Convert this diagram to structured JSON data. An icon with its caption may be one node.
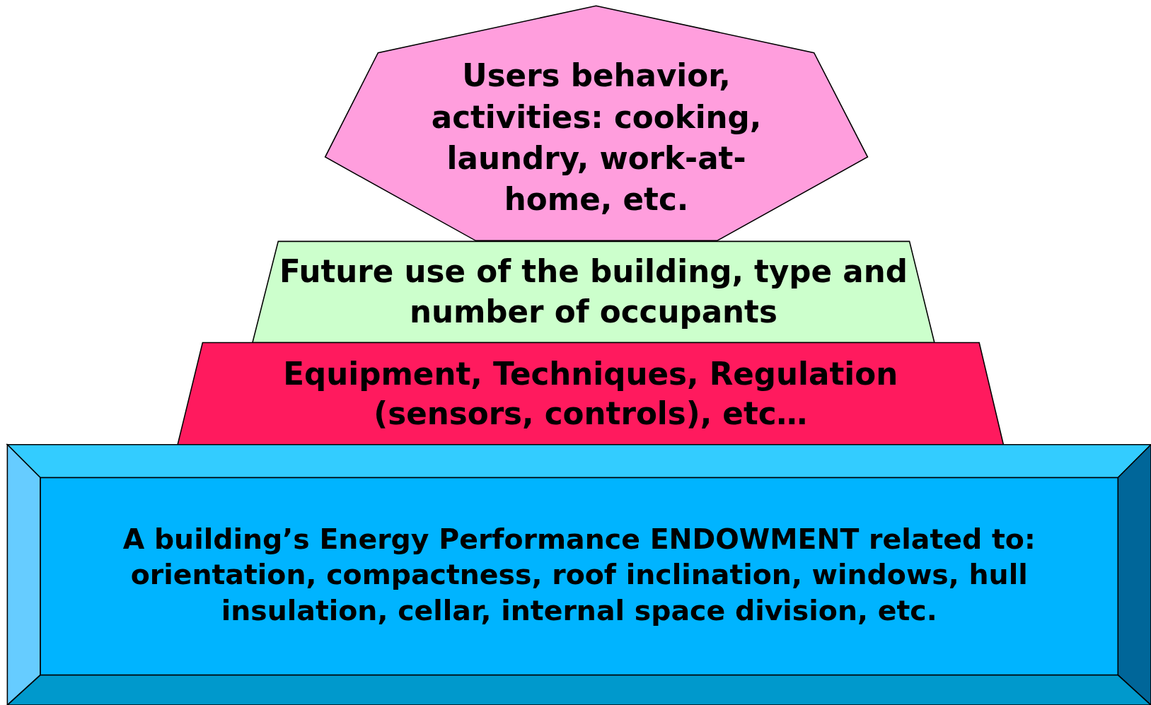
{
  "diagram": {
    "nodes": [
      {
        "text": [
          "Users behavior, activities: cooking, laundry, work-at-home, etc."
        ]
      },
      {
        "text": [
          "Future use of the building, type and number of occupants"
        ]
      },
      {
        "text": [
          "Equipment, Techniques, Regulation (sensors, controls), etc…"
        ]
      },
      {
        "text": [
          "A building’s Energy Performance ENDOWMENT related to: orientation, compactness, roof inclination, windows, hull insulation, cellar, internal space division, etc."
        ]
      }
    ]
  }
}
